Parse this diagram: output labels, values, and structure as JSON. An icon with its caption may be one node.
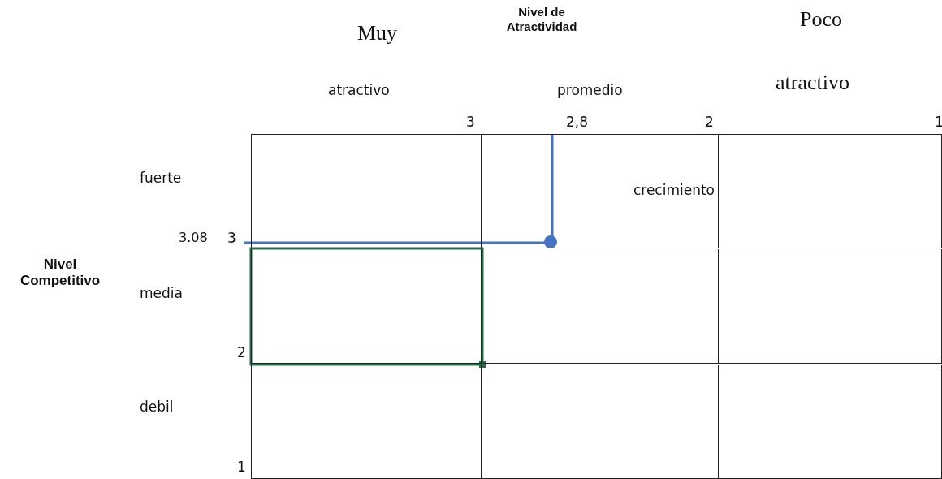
{
  "diagram": {
    "nodes": [
      {
        "text": [],
        "shape": "box"
      },
      {
        "text": [
          "crecimiento"
        ]
      },
      {
        "text": [],
        "shape": "box"
      },
      {
        "text": [],
        "shape": "box"
      },
      {
        "text": [],
        "shape": "box"
      },
      {
        "text": [],
        "shape": "box"
      },
      {
        "text": [],
        "shape": "box"
      },
      {
        "text": [],
        "shape": "box"
      },
      {
        "text": [],
        "shape": "box"
      }
    ],
    "edges": [],
    "labels": [
      "Nivel de Atractividad",
      "Muy",
      "Poco",
      "atractivo",
      "promedio",
      "atractivo",
      "3",
      "2,8",
      "2",
      "1",
      "fuerte",
      "3.08",
      "3",
      "Nivel Competitivo",
      "media",
      "2",
      "debil",
      "1"
    ]
  }
}
